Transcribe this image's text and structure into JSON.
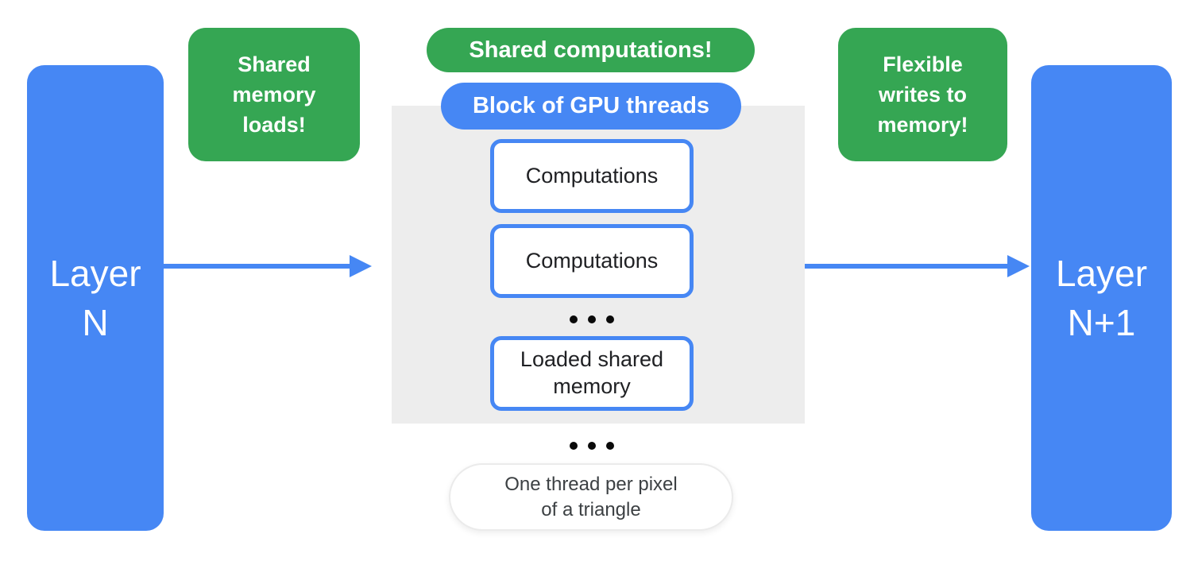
{
  "colors": {
    "blue": "#4687F4",
    "green": "#35A653",
    "panel_gray": "#EDEDED",
    "dark_text": "#202124",
    "note_text": "#3C4043",
    "white": "#FFFFFF"
  },
  "layers": {
    "left": {
      "line1": "Layer",
      "line2": "N"
    },
    "right": {
      "line1": "Layer",
      "line2": "N+1"
    }
  },
  "callouts": {
    "left_green": {
      "lines": [
        "Shared",
        "memory",
        "loads!"
      ]
    },
    "right_green": {
      "lines": [
        "Flexible",
        "writes to",
        "memory!"
      ]
    },
    "top_green_pill": "Shared computations!",
    "blue_pill": "Block of GPU threads"
  },
  "thread_block": {
    "items": [
      {
        "label": "Computations"
      },
      {
        "label": "Computations"
      },
      {
        "label": "Loaded shared memory"
      }
    ]
  },
  "bottom_note": {
    "line1": "One thread per pixel",
    "line2": "of a triangle"
  }
}
